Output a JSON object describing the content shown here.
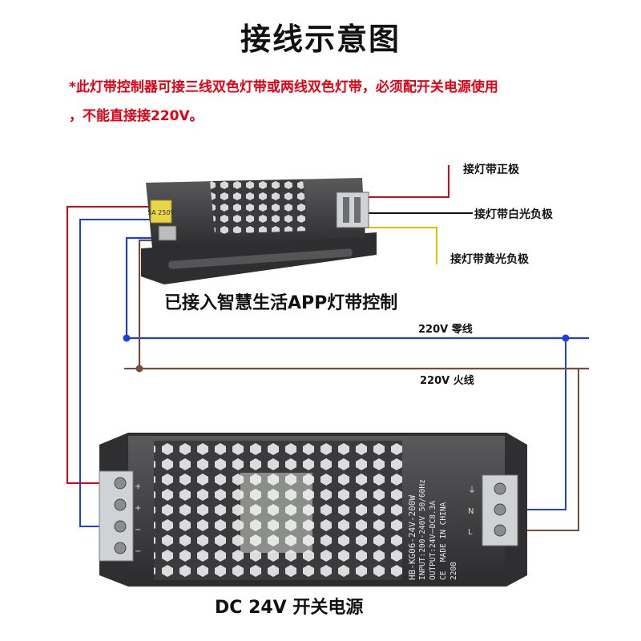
{
  "title": "接线示意图",
  "note": {
    "line1": "*此灯带控制器可接三线双色灯带或两线双色灯带，必须配开关电源使用",
    "line2": "，不能直接接220V。"
  },
  "controller": {
    "caption": "已接入智慧生活APP灯带控制",
    "fuse_text": "5A 250V",
    "outputs": {
      "positive": "接灯带正极",
      "white_negative": "接灯带白光负极",
      "yellow_negative": "接灯带黄光负极"
    }
  },
  "mains": {
    "neutral": "220V 零线",
    "live": "220V 火线"
  },
  "psu": {
    "caption": "DC 24V 开关电源",
    "model": "HB-KG06-24V-200W",
    "input": "INPUT:200-240V 50/60Hz",
    "output": "OUTPUT:24V⎓DC8.3A",
    "made_in": "MADE IN CHINA",
    "date": "2208",
    "ce": "CE",
    "left_terminals": [
      "+",
      "+",
      "−",
      "−"
    ],
    "right_terminals": [
      "⏚",
      "N",
      "L"
    ]
  },
  "colors": {
    "red_wire": "#e60012",
    "blue_wire": "#1d3fe0",
    "brown_wire": "#7a4a3a",
    "black_wire": "#111111",
    "yellow_wire": "#f5b800",
    "housing": "#3e3e40"
  }
}
